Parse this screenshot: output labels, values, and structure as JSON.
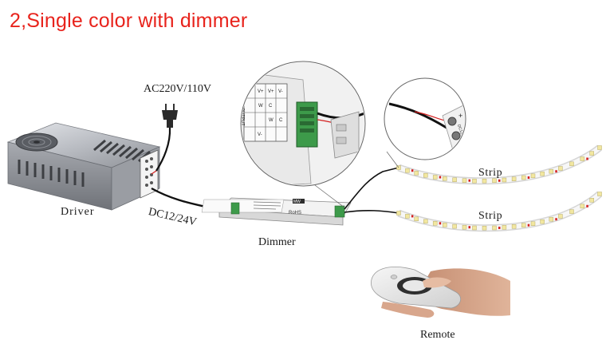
{
  "title": "2,Single color with dimmer",
  "labels": {
    "ac_input": "AC220V/110V",
    "driver": "Driver",
    "dc_output": "DC12/24V",
    "dimmer": "Dimmer",
    "strip_1": "Strip",
    "strip_2": "Strip",
    "remote": "Remote"
  },
  "device_text": {
    "dimmer_brand": "MW",
    "dimmer_rohs": "RoHS",
    "terminal_output": "OUTPUT",
    "terminal_cols": [
      "V+",
      "V+",
      "V-",
      "V-"
    ],
    "terminal_rows": [
      "W",
      "C",
      "W",
      "C"
    ],
    "strip_plus": "+",
    "strip_minus": "-",
    "strip_voltage": "DC12V"
  },
  "colors": {
    "title": "#e8231c",
    "wire_red": "#d42020",
    "wire_black": "#111111",
    "terminal_green": "#3d9a4a",
    "led_yellow": "#f2e7a0"
  }
}
